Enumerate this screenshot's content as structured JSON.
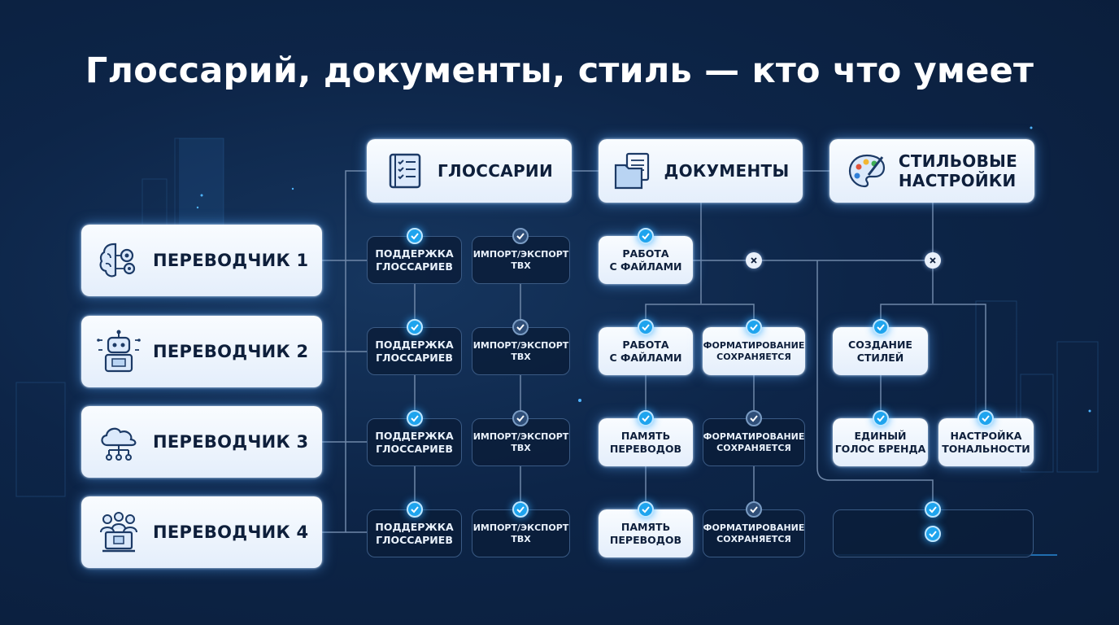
{
  "title": "Глоссарий, документы, стиль — кто что умеет",
  "headers": {
    "glossaries": "ГЛОССАРИИ",
    "documents": "ДОКУМЕНТЫ",
    "style": "СТИЛЬОВЫЕ\nНАСТРОЙКИ"
  },
  "translators": [
    {
      "label": "ПЕРЕВОДЧИК 1",
      "icon": "brain-gear-icon"
    },
    {
      "label": "ПЕРЕВОДЧИК 2",
      "icon": "robot-icon"
    },
    {
      "label": "ПЕРЕВОДЧИК 3",
      "icon": "cloud-network-icon"
    },
    {
      "label": "ПЕРЕВОДЧИК 4",
      "icon": "team-computer-icon"
    }
  ],
  "features": {
    "glossary_support": "ПОДДЕРЖКА\nГЛОССАРИЕВ",
    "tbx": "ИМПОРТ/ЭКСПОРТ\nTBX",
    "files": "РАБОТА\nС ФАЙЛАМИ",
    "memory": "ПАМЯТЬ\nПЕРЕВОДОВ",
    "formatting": "ФОРМАТИРОВАНИЕ\nСОХРАНЯЕТСЯ",
    "create_styles": "СОЗДАНИЕ\nСТИЛЕЙ",
    "brand_voice": "ЕДИНЫЙ\nГОЛОС БРЕНДА",
    "tone": "НАСТРОЙКА\nТОНАЛЬНОСТИ"
  },
  "colors": {
    "accent": "#1ea4ee",
    "line": "#6f87a8",
    "box_dark_border": "#3a5a84",
    "background": "#0d2548"
  }
}
